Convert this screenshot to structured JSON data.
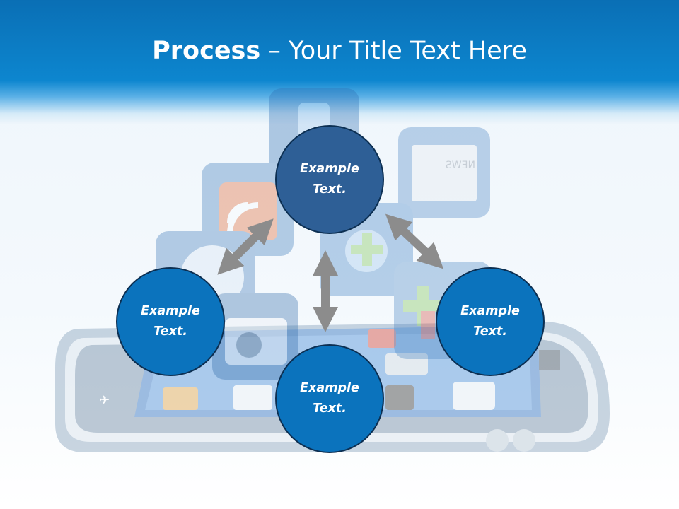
{
  "title": {
    "bold": "Process",
    "rest": " – Your Title Text Here"
  },
  "nodes": {
    "top": {
      "line1": "Example",
      "line2": "Text."
    },
    "left": {
      "line1": "Example",
      "line2": "Text."
    },
    "right": {
      "line1": "Example",
      "line2": "Text."
    },
    "bottom": {
      "line1": "Example",
      "line2": "Text."
    }
  },
  "background_icons": {
    "news": "NEWS"
  },
  "colors": {
    "header": "#0d86cf",
    "node_top": "#2e5f96",
    "node": "#0b73bd",
    "arrow": "#8c8c8c"
  }
}
